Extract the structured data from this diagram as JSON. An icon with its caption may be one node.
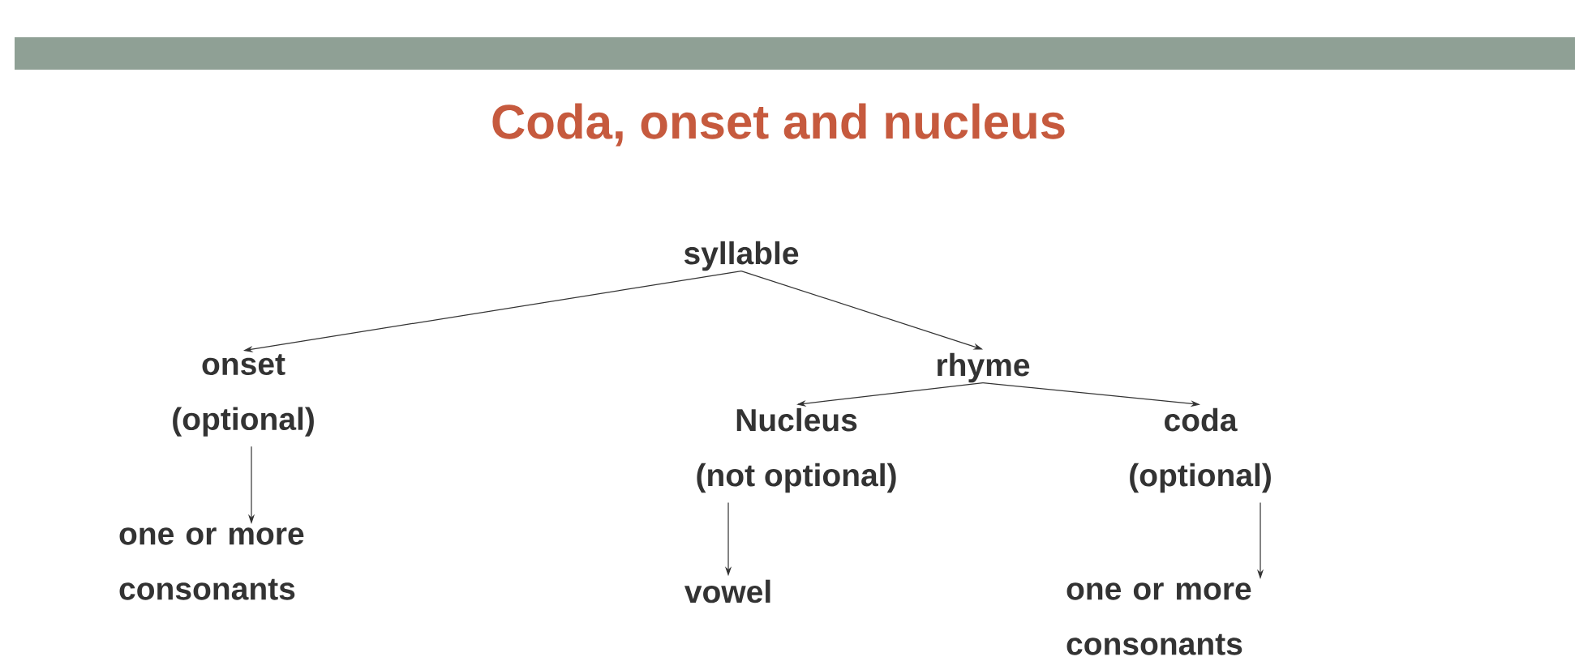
{
  "diagram": {
    "title": "Coda, onset and  nucleus",
    "nodes": [
      {
        "text": [
          "syllable"
        ]
      },
      {
        "text": [
          "onset",
          "(optional)"
        ]
      },
      {
        "text": [
          "rhyme"
        ]
      },
      {
        "text": [
          "Nucleus",
          "(not optional)"
        ]
      },
      {
        "text": [
          "coda",
          "(optional)"
        ]
      },
      {
        "text": [
          "one or more consonants"
        ]
      },
      {
        "text": [
          "vowel"
        ]
      },
      {
        "text": [
          "one or more consonants"
        ]
      }
    ],
    "edges": [
      {
        "from": 0,
        "to": 1,
        "arrow": "to"
      },
      {
        "from": 0,
        "to": 2,
        "arrow": "to"
      },
      {
        "from": 2,
        "to": 3,
        "arrow": "to"
      },
      {
        "from": 2,
        "to": 4,
        "arrow": "to"
      },
      {
        "from": 1,
        "to": 5,
        "arrow": "to"
      },
      {
        "from": 3,
        "to": 6,
        "arrow": "to"
      },
      {
        "from": 4,
        "to": 7,
        "arrow": "to"
      }
    ]
  }
}
